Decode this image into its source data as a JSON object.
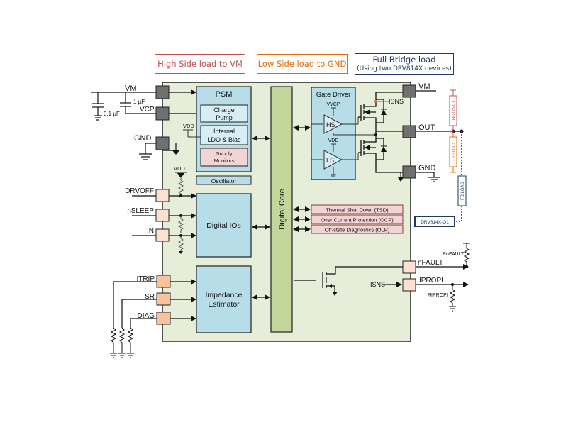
{
  "legend": {
    "high_side": {
      "label": "High Side load to VM",
      "color": "#c0504d"
    },
    "low_side": {
      "label": "Low Side load to GND",
      "color": "#e46c0a"
    },
    "full_bridge": {
      "label": "Full Bridge load",
      "sublabel": "(Using two DRV814X devices)",
      "color": "#1f3864"
    }
  },
  "colors": {
    "chip_bg": "#e6edd9",
    "block_blue": "#b7dde8",
    "block_pink": "#f2d4d4",
    "digital_core": "#c3d69b",
    "pin_gray": "#707070",
    "pin_peach": "#fbe1cf",
    "pin_orange": "#f9c29a"
  },
  "external": {
    "vm": "VM",
    "vcp": "VCP",
    "gnd": "GND",
    "cap_1": "1 µF",
    "cap_2": "0.1 µF",
    "vm_right": "VM",
    "out": "OUT",
    "gnd_right": "GND",
    "isns_top": "ISNS",
    "isns_in": "ISNS",
    "nfault": "nFAULT",
    "ipropi": "IPROPI",
    "r_nfault": "RnFAULT",
    "r_ipropi": "RIPROPI",
    "hs_load": "HS LOAD",
    "ls_load": "LS LOAD",
    "fb_load": "FB LOAD",
    "drv_box": "DRV814X-Q1"
  },
  "pins_left": [
    "DRVOFF",
    "nSLEEP",
    "IN",
    "ITRIP",
    "SR",
    "DIAG"
  ],
  "blocks": {
    "psm": "PSM",
    "charge_pump": [
      "Charge",
      "Pump"
    ],
    "ldo": [
      "Internal",
      "LDO & Bias"
    ],
    "supply_monitors": [
      "Supply",
      "Monitors"
    ],
    "oscillator": "Oscillator",
    "digital_ios": "Digital IOs",
    "impedance": [
      "Impedance",
      "Estimator"
    ],
    "digital_core": "Digital Core",
    "gate_driver": "Gate Driver",
    "vvcp": "VVCP",
    "vdd_gd": "VDD",
    "hs": "HS",
    "ls": "LS",
    "vdd1": "VDD",
    "vdd2": "VDD",
    "protections": [
      "Thermal Shut Down (TSD)",
      "Over Current Protection (OCP)",
      "Off-state Diagnostics (OLP)"
    ]
  }
}
